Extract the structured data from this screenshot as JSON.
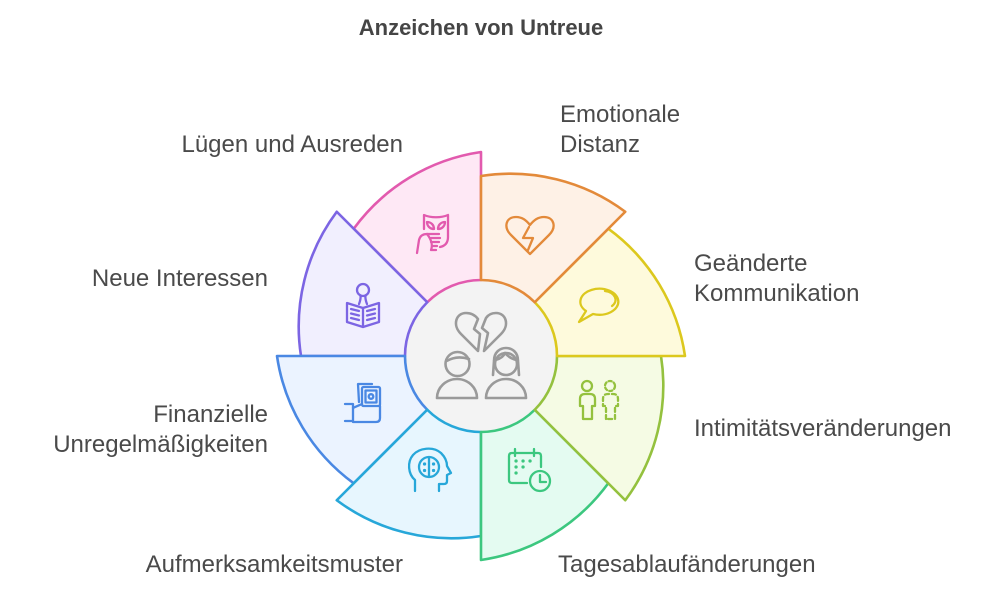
{
  "title": "Anzeichen von Untreue",
  "center": {
    "icon": "broken-heart-couple-icon",
    "fill": "#F3F3F3",
    "icon_color": "#9A9A9A"
  },
  "sectors": [
    {
      "label_lines": [
        "Emotionale",
        "Distanz"
      ],
      "icon": "broken-heart-icon",
      "stroke": "#E38A3A",
      "fill": "#FEF1E6"
    },
    {
      "label_lines": [
        "Geänderte",
        "Kommunikation"
      ],
      "icon": "speech-bubble-icon",
      "stroke": "#DCC81E",
      "fill": "#FEFADC"
    },
    {
      "label_lines": [
        "Intimitätsveränderungen"
      ],
      "icon": "people-distance-icon",
      "stroke": "#94C13E",
      "fill": "#F5FBE4"
    },
    {
      "label_lines": [
        "Tagesablaufänderungen"
      ],
      "icon": "calendar-clock-icon",
      "stroke": "#3CC77F",
      "fill": "#E4FBF1"
    },
    {
      "label_lines": [
        "Aufmerksamkeitsmuster"
      ],
      "icon": "head-brain-icon",
      "stroke": "#27A7D9",
      "fill": "#E7F6FE"
    },
    {
      "label_lines": [
        "Finanzielle",
        "Unregelmäßigkeiten"
      ],
      "icon": "hand-cash-icon",
      "stroke": "#4A88E3",
      "fill": "#EBF3FF"
    },
    {
      "label_lines": [
        "Neue Interessen"
      ],
      "icon": "person-reading-icon",
      "stroke": "#7C65E3",
      "fill": "#F1EFFE"
    },
    {
      "label_lines": [
        "Lügen und Ausreden"
      ],
      "icon": "mask-hand-icon",
      "stroke": "#E25AAE",
      "fill": "#FEE8F5"
    }
  ]
}
